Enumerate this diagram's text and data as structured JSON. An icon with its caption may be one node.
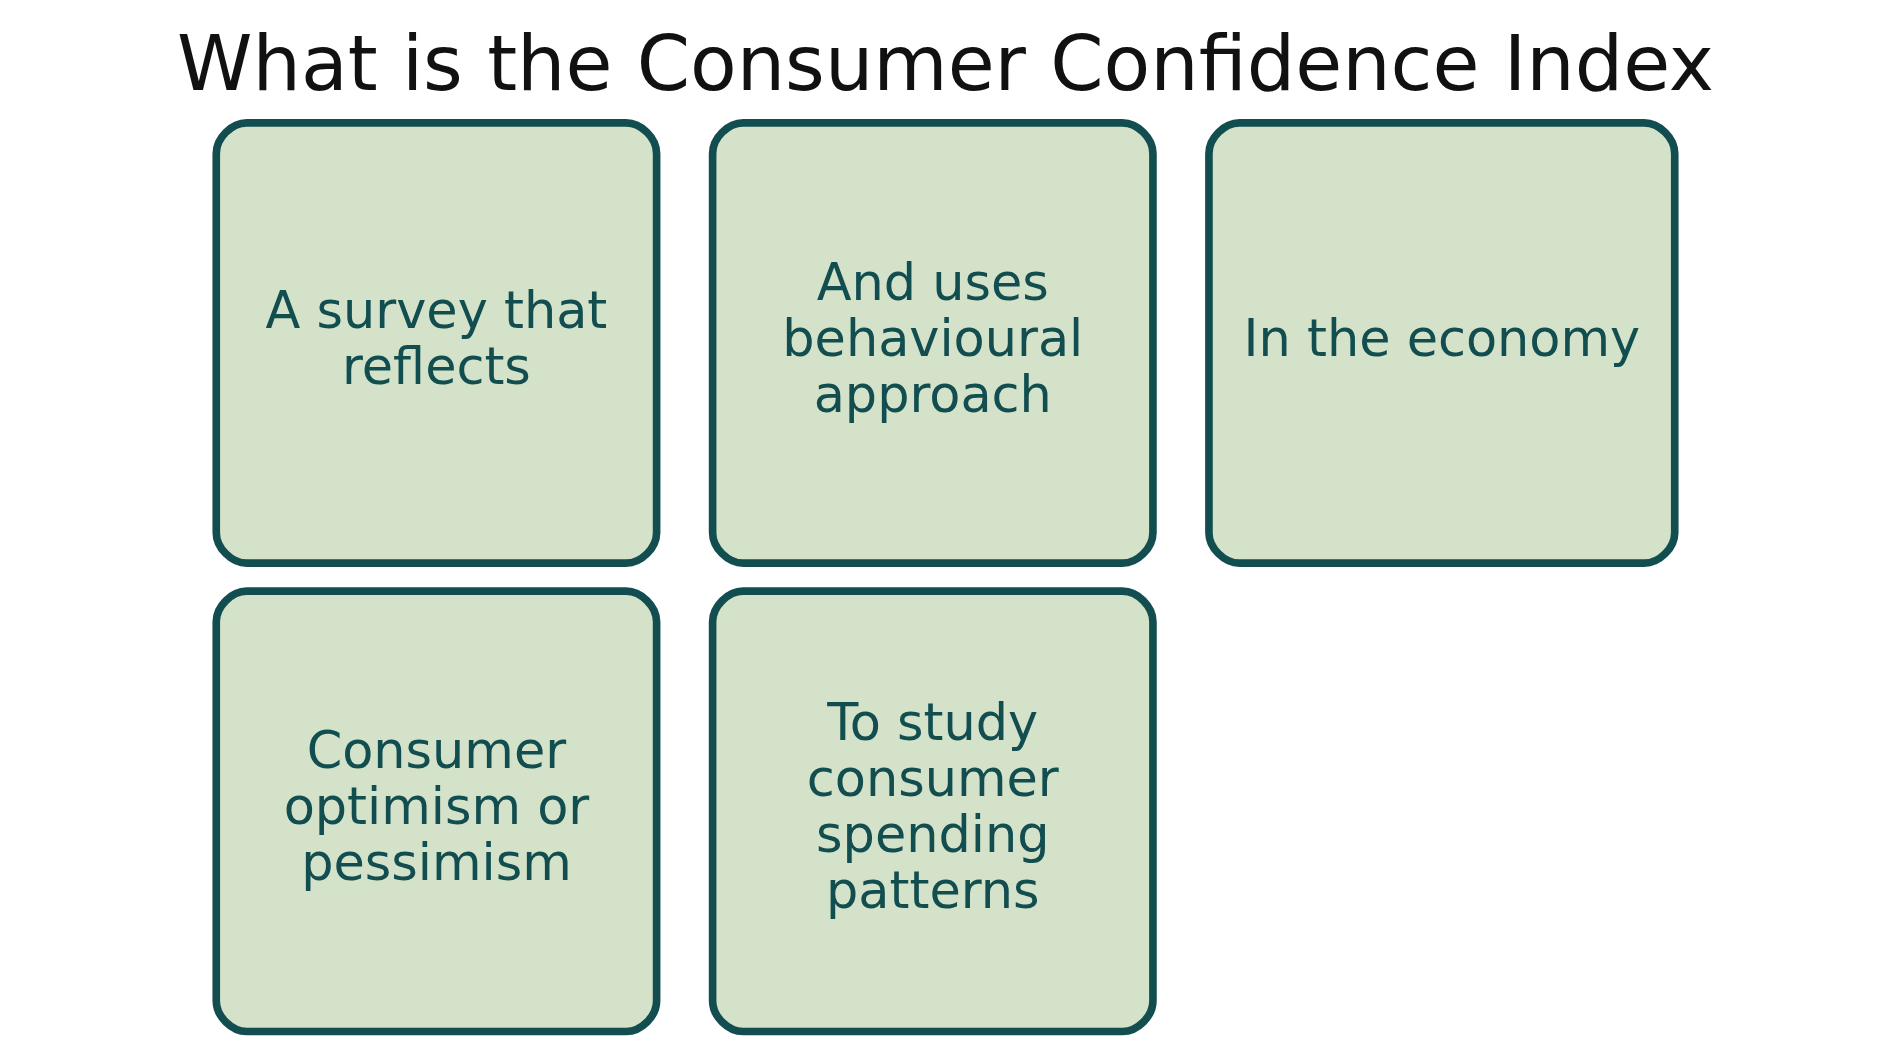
{
  "diagram": {
    "title": "What is the Consumer Confidence Index",
    "nodes": [
      {
        "text": [
          "A survey that reflects"
        ]
      },
      {
        "text": [
          "Consumer optimism or pessimism"
        ]
      },
      {
        "text": [
          "And uses behavioural approach"
        ]
      },
      {
        "text": [
          "To study consumer spending patterns"
        ]
      },
      {
        "text": [
          "In the economy"
        ]
      }
    ]
  }
}
